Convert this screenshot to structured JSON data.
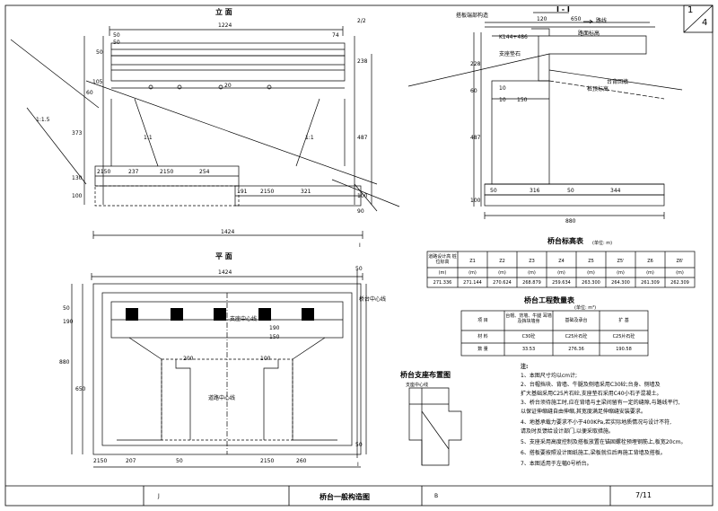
{
  "sheet_no": {
    "page": "1",
    "total": "4"
  },
  "views": {
    "elevation": {
      "title": "立 面",
      "dims": {
        "top_width": "1224",
        "total_width": "1424",
        "d_50a": "50",
        "d_50b": "50",
        "d_50c": "50",
        "d_74": "74",
        "d_238": "238",
        "d_60a": "60",
        "d_105": "105",
        "d_373": "373",
        "d_487": "487",
        "d_100a": "100",
        "d_100b": "100",
        "d_100c": "100",
        "d_130a": "130",
        "d_90": "90",
        "d_237": "237",
        "d_254": "254",
        "d_191": "191",
        "d_321": "321",
        "d_20a": "20",
        "d_20b": "20",
        "d_2150a": "2150",
        "d_2150b": "2150",
        "d_2150c": "2150",
        "ratio_2_2": "2/2",
        "slope_1": "1:1.5",
        "slope_2": "1:1",
        "slope_3": "1:1"
      },
      "section_mark": "I"
    },
    "section": {
      "title": "I - I",
      "dims": {
        "d_120": "120",
        "d_650": "650",
        "d_228": "228",
        "d_60": "60",
        "d_487": "487",
        "d_100": "100",
        "d_150": "150",
        "d_10a": "10",
        "d_10b": "10",
        "d_50a": "50",
        "d_50b": "50",
        "d_316": "316",
        "d_344": "344",
        "d_880": "880"
      },
      "labels": {
        "top_note": "搭板端部构造",
        "direction": "路线",
        "anchor": "K144+486",
        "label_left": "支座垫石",
        "label_mid": "路面标高",
        "label_right": "台背回填",
        "label_bottom": "桩顶标高"
      }
    },
    "plan": {
      "title": "平 面",
      "dims": {
        "top_width": "1424",
        "d_50a": "50",
        "d_50b": "50",
        "d_50c": "50",
        "d_50d": "50",
        "d_190": "190",
        "d_880": "880",
        "d_650": "650",
        "d_2150a": "2150",
        "d_2150b": "2150",
        "d_207": "207",
        "d_260": "260",
        "d_200": "200",
        "d_100": "100",
        "d_190b": "190",
        "d_150": "150"
      },
      "labels": {
        "bearing": "支座中心线",
        "center": "桥台中心线",
        "axis": "道路中心线"
      },
      "section_mark": "I"
    }
  },
  "tables": {
    "elevations": {
      "title": "桥台标高表",
      "unit": "(单位: m)",
      "headers": [
        "道路设计高  桩位标高",
        "Z1",
        "Z2",
        "Z3",
        "Z4",
        "Z5",
        "Z5'",
        "Z6",
        "Z6'"
      ],
      "units": [
        "(m)",
        "(m)",
        "(m)",
        "(m)",
        "(m)",
        "(m)",
        "(m)",
        "(m)",
        "(m)"
      ],
      "values": [
        "271.336",
        "271.144",
        "270.624",
        "268.879",
        "259.634",
        "263.300",
        "264.300",
        "261.309",
        "262.309"
      ]
    },
    "quantities": {
      "title": "桥台工程数量表",
      "unit": "(单位: m³)",
      "headers": [
        "项 目",
        "台帽、背墙、牛腿 耳墙及挡块墙身",
        "基础及承台",
        "扩 基"
      ],
      "rows": [
        [
          "材 料",
          "C30砼",
          "C25片石砼",
          "C25片石砼"
        ],
        [
          "数 量",
          "33.53",
          "276.36",
          "190.58"
        ]
      ]
    }
  },
  "bearing_detail": {
    "title": "桥台支座布置图",
    "label": "支座中心线"
  },
  "notes": {
    "heading": "注:",
    "items": [
      "1、本图尺寸均以cm计;",
      "2、台帽挡块、背墙、牛腿及侧墙采用C30砼;台身、侧墙及",
      "   扩大基础采用C25片石砼,支座垫石采用C40小石子混凝土。",
      "3、桥台须待施工时,应在背墙与主梁间留有一定的缝隙,与路线平行,",
      "   以保证伸缩缝自由伸缩,其宽度满足伸缩缝安装要求。",
      "4、地基承载力要求不小于400KPa,若实际地质情况与设计不符,",
      "   请及时反馈给设计部门,以便采取措施。",
      "5、支座采用高度控制及搭板放置在锚固螺栓预埋钢筋上,板宽20cm。",
      "6、搭板要按照设计图纸施工,梁板就位后再施工背墙及搭板。",
      "7、本图适用于左幅0号桥台。"
    ]
  },
  "title_block": {
    "left_mark": "J",
    "drawing_name": "桥台一般构造图",
    "mid_mark": "B",
    "page_label": "7/11"
  }
}
